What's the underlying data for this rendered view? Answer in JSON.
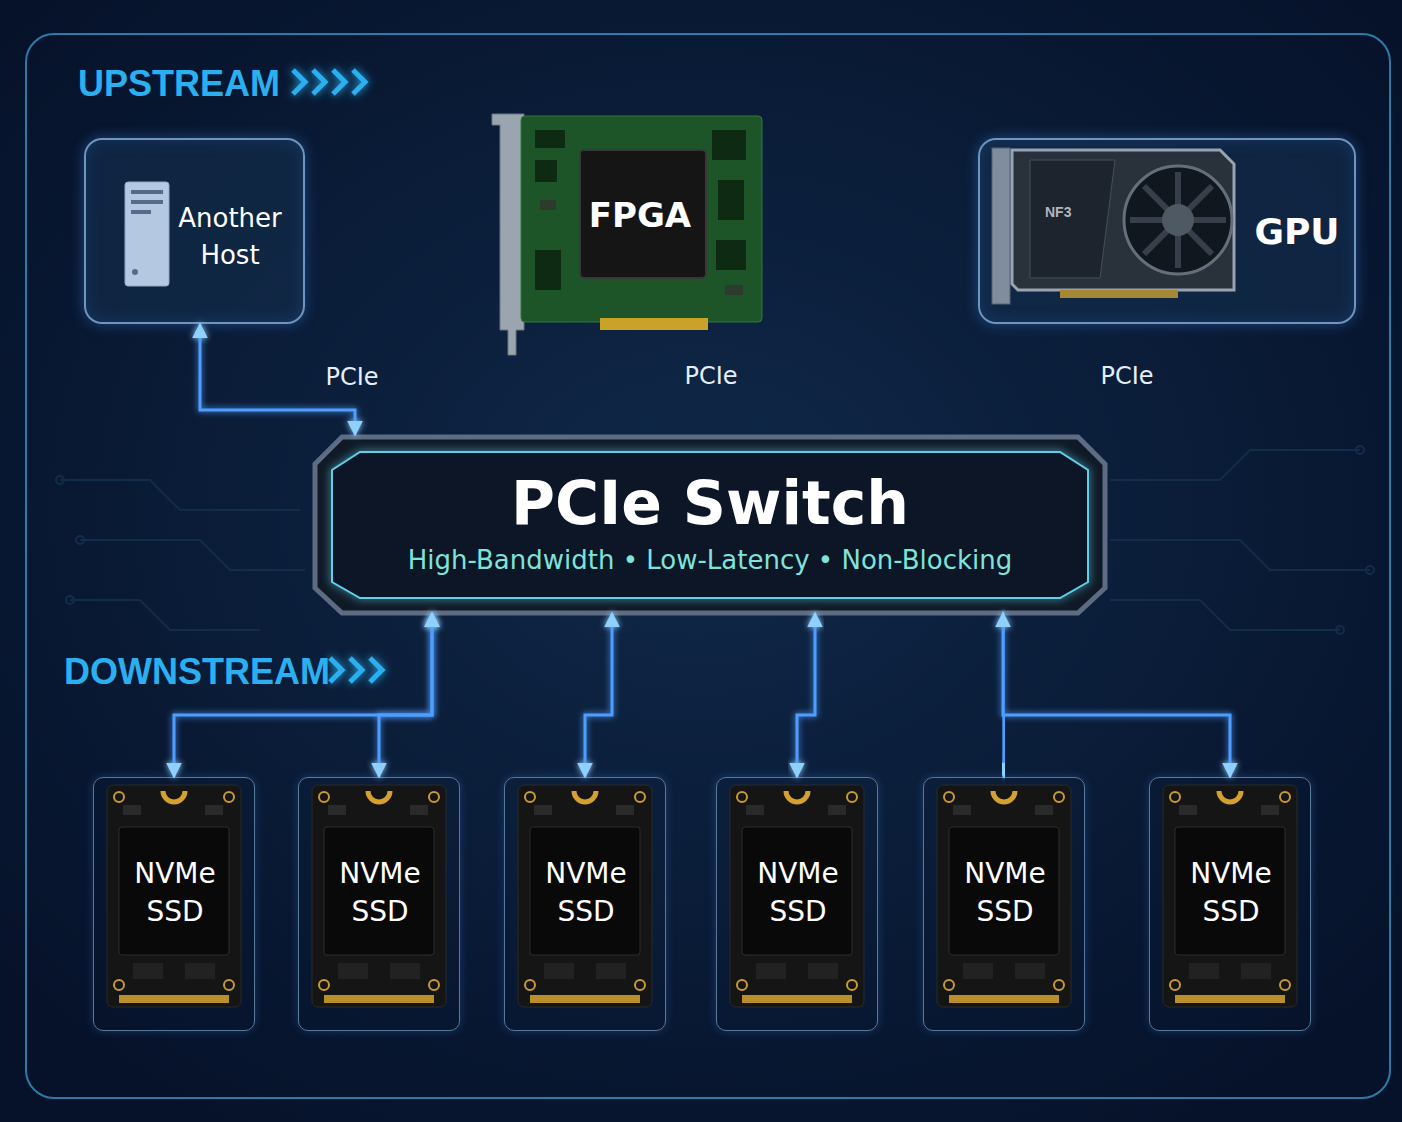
{
  "diagram": {
    "nodes": [
      {
        "text": [
          "Another Host"
        ]
      },
      {
        "text": [
          "FPGA"
        ]
      },
      {
        "text": [
          "GPU"
        ]
      },
      {
        "text": [
          "PCIe Switch",
          "High-Bandwidth • Low-Latency • Non-Blocking"
        ]
      },
      {
        "text": [
          "NVMe SSD"
        ]
      },
      {
        "text": [
          "NVMe SSD"
        ]
      },
      {
        "text": [
          "NVMe SSD"
        ]
      },
      {
        "text": [
          "NVMe SSD"
        ]
      },
      {
        "text": [
          "NVMe SSD"
        ]
      },
      {
        "text": [
          "NVMe SSD"
        ]
      }
    ],
    "edges": [
      {
        "from": 0,
        "to": 3,
        "label": "PCIe",
        "arrow": "both"
      },
      {
        "from": 1,
        "to": 3,
        "label": "PCIe",
        "arrow": "both"
      },
      {
        "from": 2,
        "to": 3,
        "label": "PCIe",
        "arrow": "both"
      },
      {
        "from": 3,
        "to": 4,
        "arrow": "both"
      },
      {
        "from": 3,
        "to": 5,
        "arrow": "both"
      },
      {
        "from": 3,
        "to": 6,
        "arrow": "both"
      },
      {
        "from": 3,
        "to": 7,
        "arrow": "both"
      },
      {
        "from": 3,
        "to": 8,
        "arrow": "both"
      },
      {
        "from": 3,
        "to": 9,
        "arrow": "both"
      }
    ],
    "labels": [
      "UPSTREAM",
      "DOWNSTREAM",
      "NF3"
    ]
  }
}
